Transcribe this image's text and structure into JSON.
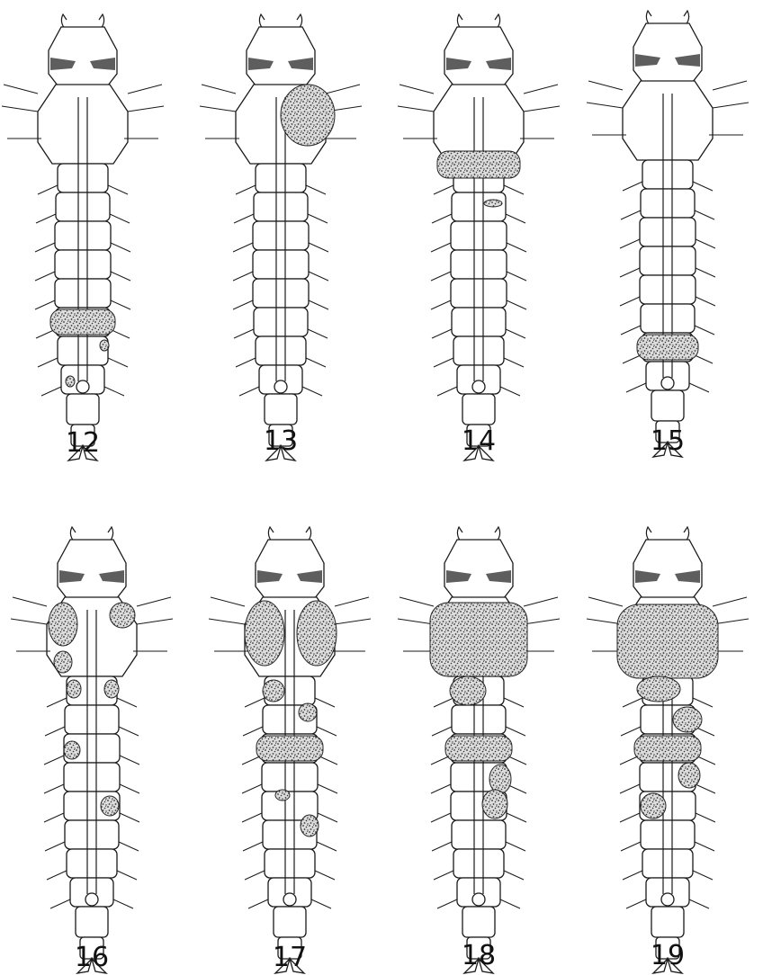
{
  "plate": {
    "figures": [
      {
        "id": "12",
        "label": "12",
        "infected_regions": [
          "thorax-cap-none",
          "abdominal-segment-6"
        ]
      },
      {
        "id": "13",
        "label": "13",
        "infected_regions": [
          "thorax-right"
        ]
      },
      {
        "id": "14",
        "label": "14",
        "infected_regions": [
          "abdominal-segment-1"
        ]
      },
      {
        "id": "15",
        "label": "15",
        "infected_regions": [
          "abdominal-segment-7"
        ]
      },
      {
        "id": "16",
        "label": "16",
        "infected_regions": [
          "thorax-patches",
          "abdominal-patches"
        ]
      },
      {
        "id": "17",
        "label": "17",
        "infected_regions": [
          "thorax",
          "abdominal-patches"
        ]
      },
      {
        "id": "18",
        "label": "18",
        "infected_regions": [
          "thorax",
          "abdominal-segments-1-5"
        ]
      },
      {
        "id": "19",
        "label": "19",
        "infected_regions": [
          "thorax",
          "abdominal-segments-1-5"
        ]
      }
    ],
    "colors": {
      "ink": "#1a1a1a",
      "eye": "#5e5e5e",
      "stipple": "#2a2a2a"
    }
  }
}
